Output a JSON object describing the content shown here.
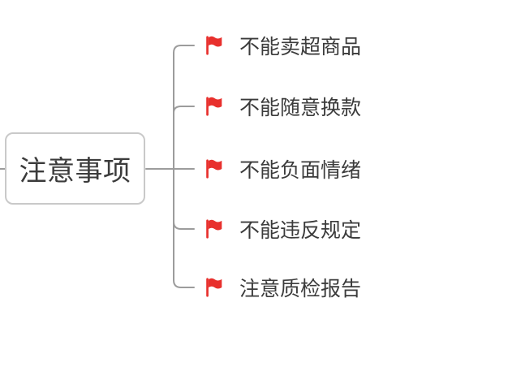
{
  "root": {
    "label": "注意事项"
  },
  "branches": [
    {
      "label": "不能卖超商品",
      "icon": "red-flag"
    },
    {
      "label": "不能随意换款",
      "icon": "red-flag"
    },
    {
      "label": "不能负面情绪",
      "icon": "red-flag"
    },
    {
      "label": "不能违反规定",
      "icon": "red-flag"
    },
    {
      "label": "注意质检报告",
      "icon": "red-flag"
    }
  ],
  "colors": {
    "background": "#ffffff",
    "line": "#9c9c9c",
    "border": "#c9c9c9",
    "text": "#3b3b3b",
    "flag": "#e8302d"
  }
}
